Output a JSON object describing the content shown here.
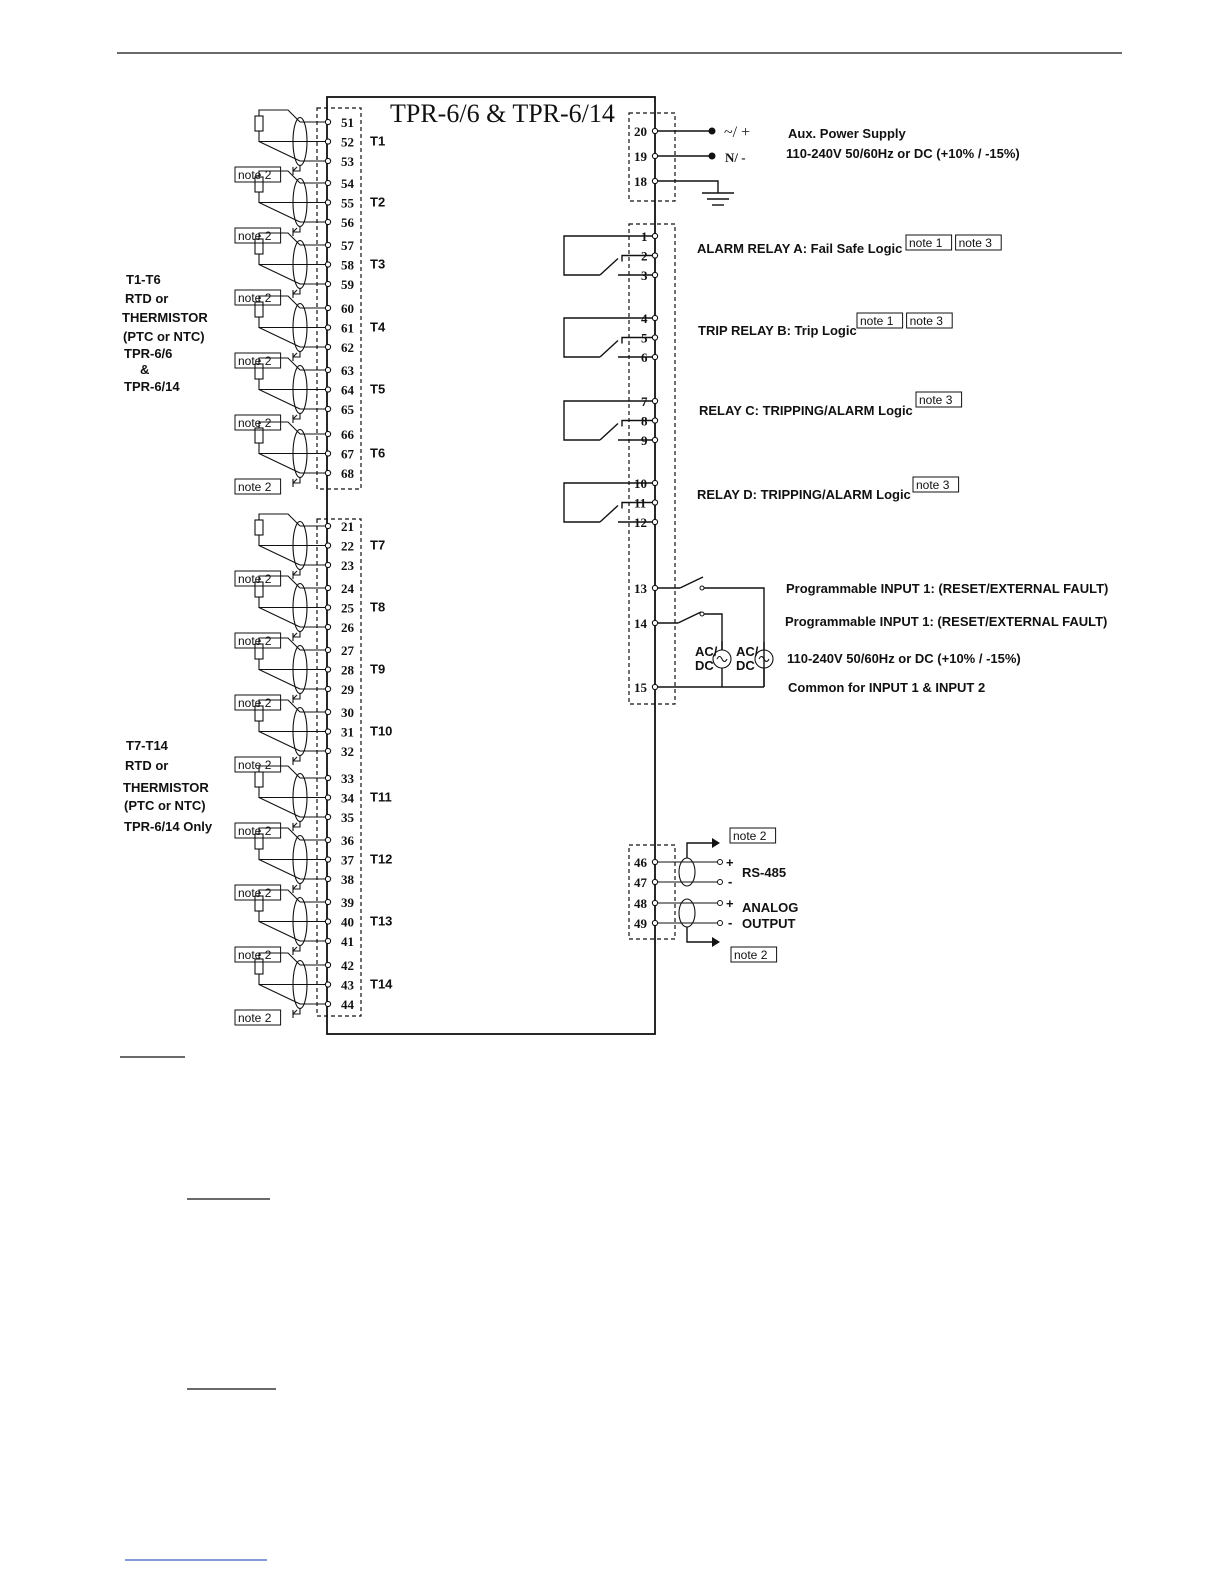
{
  "title": "TPR-6/6 & TPR-6/14",
  "note_label": "note 2",
  "note1_label": "note 1",
  "note3_label": "note 3",
  "left_group1": {
    "lines": [
      "T1-T6",
      "RTD or",
      "THERMISTOR",
      "(PTC or NTC)",
      "TPR-6/6",
      "&",
      "TPR-6/14"
    ]
  },
  "left_group2": {
    "lines": [
      "T7-T14",
      "RTD or",
      "THERMISTOR",
      "(PTC or NTC)",
      "TPR-6/14   Only"
    ]
  },
  "sensors_group1": [
    {
      "name": "T1",
      "terminals": [
        "51",
        "52",
        "53"
      ]
    },
    {
      "name": "T2",
      "terminals": [
        "54",
        "55",
        "56"
      ]
    },
    {
      "name": "T3",
      "terminals": [
        "57",
        "58",
        "59"
      ]
    },
    {
      "name": "T4",
      "terminals": [
        "60",
        "61",
        "62"
      ]
    },
    {
      "name": "T5",
      "terminals": [
        "63",
        "64",
        "65"
      ]
    },
    {
      "name": "T6",
      "terminals": [
        "66",
        "67",
        "68"
      ]
    }
  ],
  "sensors_group2": [
    {
      "name": "T7",
      "terminals": [
        "21",
        "22",
        "23"
      ]
    },
    {
      "name": "T8",
      "terminals": [
        "24",
        "25",
        "26"
      ]
    },
    {
      "name": "T9",
      "terminals": [
        "27",
        "28",
        "29"
      ]
    },
    {
      "name": "T10",
      "terminals": [
        "30",
        "31",
        "32"
      ]
    },
    {
      "name": "T11",
      "terminals": [
        "33",
        "34",
        "35"
      ]
    },
    {
      "name": "T12",
      "terminals": [
        "36",
        "37",
        "38"
      ]
    },
    {
      "name": "T13",
      "terminals": [
        "39",
        "40",
        "41"
      ]
    },
    {
      "name": "T14",
      "terminals": [
        "42",
        "43",
        "44"
      ]
    }
  ],
  "power": {
    "terminals": [
      "20",
      "19",
      "18"
    ],
    "symbol_l": "~/ +",
    "symbol_n": "N/ -",
    "label1": "Aux. Power Supply",
    "label2": "110-240V 50/60Hz or DC (+10% / -15%)"
  },
  "relays": [
    {
      "terminals": [
        "1",
        "2",
        "3"
      ],
      "label": "ALARM RELAY A: Fail Safe Logic",
      "notes": [
        "note 1",
        "note 3"
      ]
    },
    {
      "terminals": [
        "4",
        "5",
        "6"
      ],
      "label": "TRIP RELAY B: Trip Logic",
      "notes": [
        "note 1",
        "note 3"
      ]
    },
    {
      "terminals": [
        "7",
        "8",
        "9"
      ],
      "label": "RELAY C: TRIPPING/ALARM Logic",
      "notes": [
        "note 3"
      ]
    },
    {
      "terminals": [
        "10",
        "11",
        "12"
      ],
      "label": "RELAY D: TRIPPING/ALARM Logic",
      "notes": [
        "note 3"
      ]
    }
  ],
  "inputs": {
    "terminals": [
      "13",
      "14",
      "15"
    ],
    "label1": "Programmable INPUT 1: (RESET/EXTERNAL FAULT)",
    "label2": "Programmable INPUT 1: (RESET/EXTERNAL FAULT)",
    "label3": "110-240V 50/60Hz or DC (+10% / -15%)",
    "label4": "Common for INPUT 1 & INPUT 2",
    "acdc1": [
      "AC/",
      "DC"
    ],
    "acdc2": [
      "AC/",
      "DC"
    ]
  },
  "comms": {
    "terminals": [
      "46",
      "47",
      "48",
      "49"
    ],
    "rs485": "RS-485",
    "analog1": "ANALOG",
    "analog2": "OUTPUT",
    "plus": "+",
    "minus": "-"
  }
}
